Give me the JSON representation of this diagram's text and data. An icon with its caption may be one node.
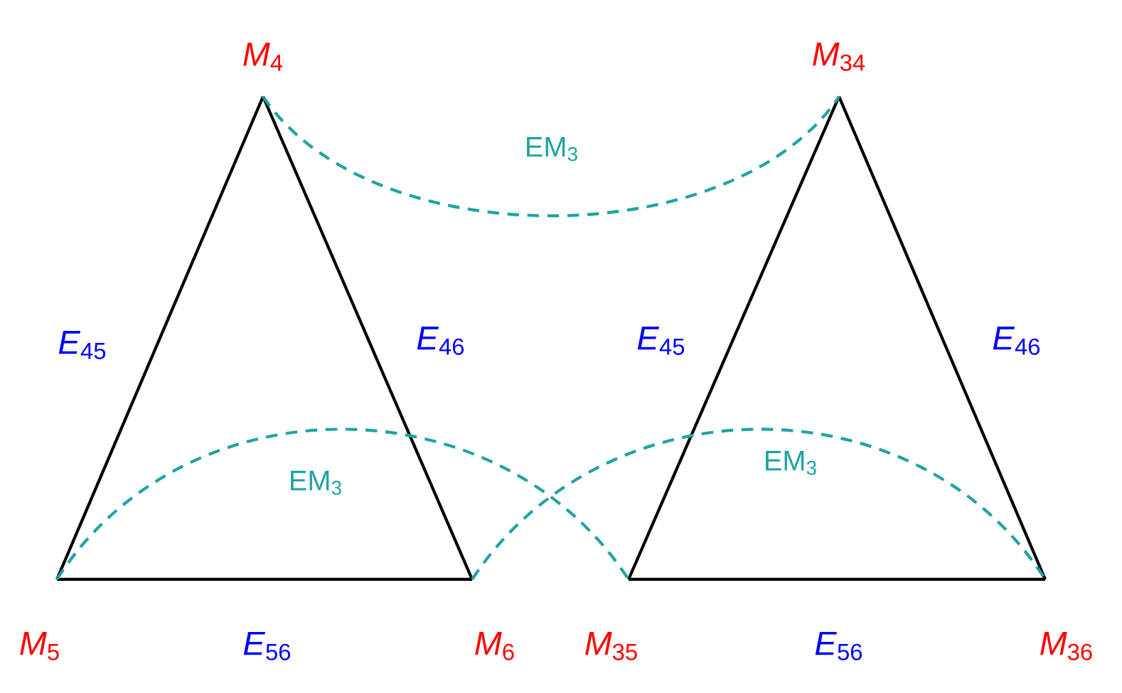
{
  "diagram": {
    "nodes": [
      {
        "text": [
          "*M*$_{4}$"
        ]
      },
      {
        "text": [
          "*M*$_{34}$"
        ]
      },
      {
        "text": [
          "*M*$_{5}$"
        ]
      },
      {
        "text": [
          "*M*$_{6}$"
        ]
      },
      {
        "text": [
          "*M*$_{35}$"
        ]
      },
      {
        "text": [
          "*M*$_{36}$"
        ]
      }
    ],
    "edges": [
      {
        "from": 0,
        "to": 2,
        "arrow": "none",
        "label": "*E*$_{45}$"
      },
      {
        "from": 0,
        "to": 3,
        "arrow": "none",
        "label": "*E*$_{46}$"
      },
      {
        "from": 2,
        "to": 3,
        "arrow": "none",
        "label": "*E*$_{56}$"
      },
      {
        "from": 1,
        "to": 4,
        "arrow": "none",
        "label": "*E*$_{45}$"
      },
      {
        "from": 1,
        "to": 5,
        "arrow": "none",
        "label": "*E*$_{46}$"
      },
      {
        "from": 4,
        "to": 5,
        "arrow": "none",
        "label": "*E*$_{56}$"
      },
      {
        "from": 0,
        "to": 1,
        "arrow": "none",
        "label": "EM$_{3}$",
        "style": "dashed",
        "color": "#1fa3a3"
      },
      {
        "from": 2,
        "to": 4,
        "arrow": "none",
        "label": "EM$_{3}$",
        "style": "dashed",
        "color": "#1fa3a3"
      },
      {
        "from": 3,
        "to": 5,
        "arrow": "none",
        "label": "EM$_{3}$",
        "style": "dashed",
        "color": "#1fa3a3"
      }
    ]
  }
}
